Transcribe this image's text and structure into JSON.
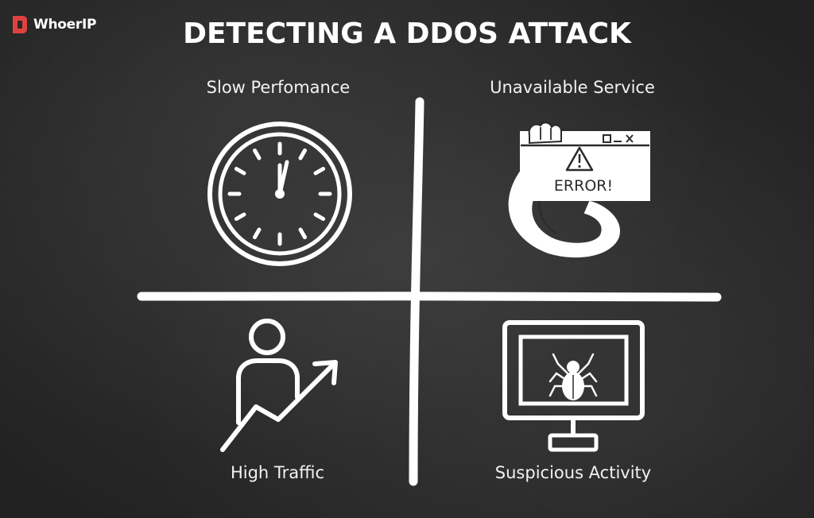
{
  "brand": {
    "name": "WhoerIP",
    "accent": "#e0413f"
  },
  "title": "DETECTING A DDOS ATTACK",
  "quadrants": {
    "top_left": {
      "label": "Slow Perfomance",
      "icon": "clock-icon"
    },
    "top_right": {
      "label": "Unavailable Service",
      "icon": "error-window-icon",
      "window_controls": "□_x",
      "error_text": "ERROR!"
    },
    "bottom_left": {
      "label": "High Traffic",
      "icon": "person-rising-arrow-icon"
    },
    "bottom_right": {
      "label": "Suspicious Activity",
      "icon": "monitor-bug-icon"
    }
  },
  "colors": {
    "background": "#2b2b2b",
    "chalk": "#ffffff"
  }
}
